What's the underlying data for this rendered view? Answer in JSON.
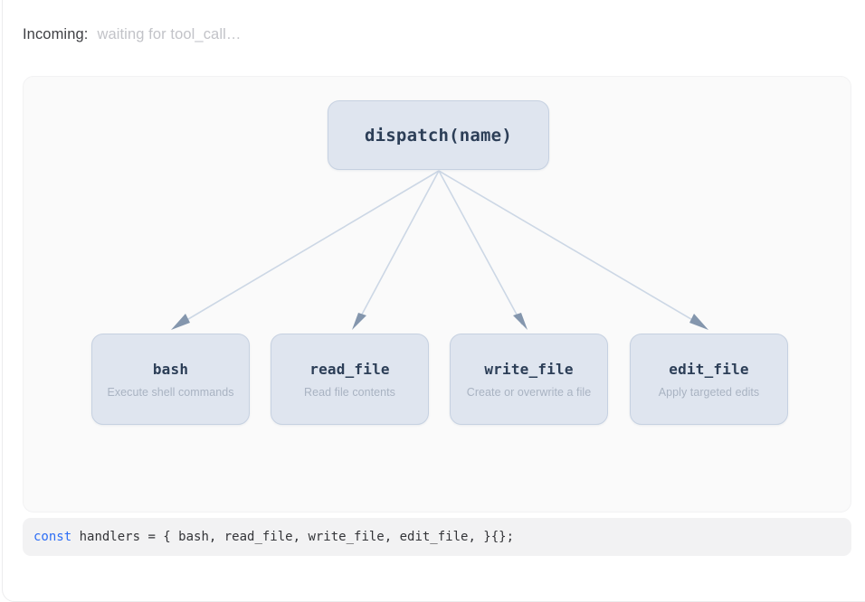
{
  "header": {
    "label": "Incoming:",
    "status": "waiting for tool_call…"
  },
  "diagram": {
    "root": {
      "title": "dispatch(name)"
    },
    "children": [
      {
        "title": "bash",
        "subtitle": "Execute shell commands"
      },
      {
        "title": "read_file",
        "subtitle": "Read file contents"
      },
      {
        "title": "write_file",
        "subtitle": "Create or overwrite a file"
      },
      {
        "title": "edit_file",
        "subtitle": "Apply targeted edits"
      }
    ]
  },
  "code": {
    "keyword": "const",
    "rest": " handlers = { bash, read_file, write_file, edit_file, }{};"
  },
  "colors": {
    "node_fill": "#dfe5ef",
    "node_border": "#c6d1e1",
    "node_title": "#2c3e57",
    "node_subtitle": "#a9b3c2",
    "edge_line": "#ccd7e5",
    "arrow_head": "#8496ad",
    "panel_bg": "#fafafa",
    "code_bar_bg": "#f2f2f3",
    "code_keyword": "#2d6ef5",
    "header_label": "#3f4044",
    "header_status": "#c2c3c8"
  }
}
